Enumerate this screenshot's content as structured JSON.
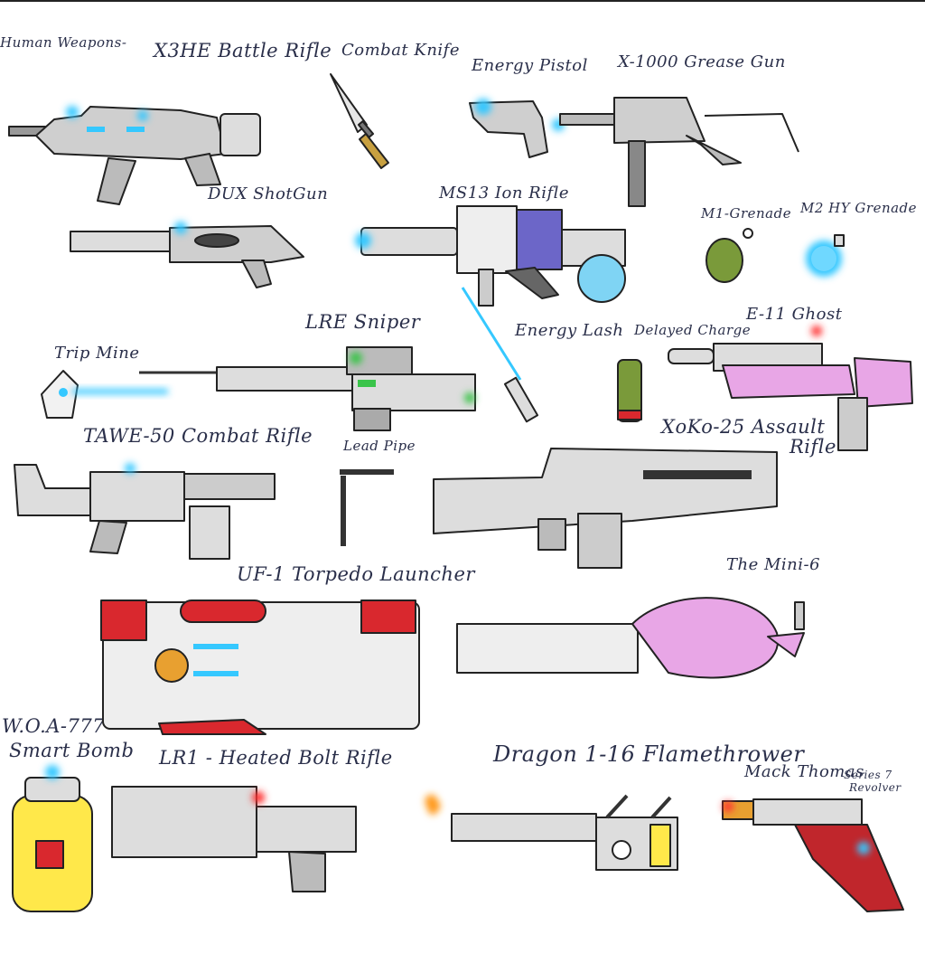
{
  "sheet": {
    "heading": "Human Weapons-",
    "weapons": [
      {
        "name": "X3HE Battle Rifle"
      },
      {
        "name": "Combat Knife"
      },
      {
        "name": "Energy Pistol"
      },
      {
        "name": "X-1000 Grease Gun"
      },
      {
        "name": "DUX ShotGun"
      },
      {
        "name": "MS13 Ion Rifle"
      },
      {
        "name": "M1-Grenade"
      },
      {
        "name": "M2 HY Grenade"
      },
      {
        "name": "LRE Sniper"
      },
      {
        "name": "Trip Mine"
      },
      {
        "name": "Energy Lash"
      },
      {
        "name": "Delayed Charge"
      },
      {
        "name": "E-11 Ghost"
      },
      {
        "name": "TAWE-50 Combat Rifle"
      },
      {
        "name": "Lead Pipe"
      },
      {
        "name": "XoKo-25 Assault",
        "name_line2": "Rifle"
      },
      {
        "name": "UF-1 Torpedo Launcher"
      },
      {
        "name": "The Mini-6"
      },
      {
        "name": "W.O.A-777",
        "name_line2": "Smart Bomb"
      },
      {
        "name": "LR1 - Heated Bolt Rifle"
      },
      {
        "name": "Dragon 1-16 Flamethrower"
      },
      {
        "name": "Mack Thomas",
        "name_suffix": "Series 7",
        "name_line2": "Revolver"
      }
    ]
  },
  "colors": {
    "ink": "#2a2f4a",
    "steel": "#c9c9c9",
    "dark_steel": "#8a8a8a",
    "energy_blue": "#35c8ff",
    "glow_red": "#ff3030",
    "purple": "#6c66c8",
    "pink": "#e8a6e6",
    "green": "#7a9a3a",
    "yellow": "#ffe84a",
    "red": "#d9282e",
    "flame": "#ff9a1a"
  }
}
